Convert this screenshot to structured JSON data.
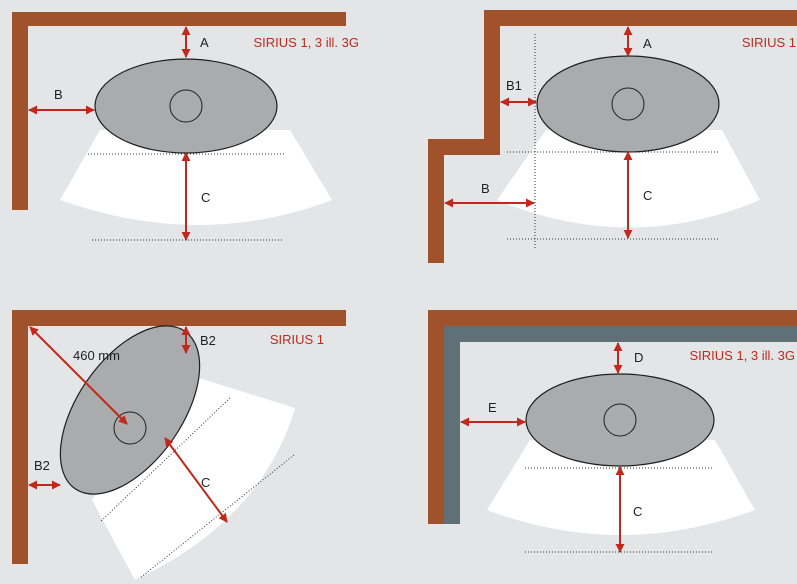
{
  "colors": {
    "background": "#e3e5e6",
    "wall": "#a0522d",
    "wall_inner": "#5f7078",
    "heater_fill": "#a9abad",
    "beam": "#ffffff",
    "arrow": "#c4281c",
    "title": "#c4281c",
    "text": "#1f1f1f"
  },
  "panels": [
    {
      "title": "SIRIUS 1, 3 ill. 3G",
      "labels": {
        "top": "A",
        "side": "B",
        "beam": "C"
      }
    },
    {
      "title": "SIRIUS 1",
      "labels": {
        "top": "A",
        "step": "B1",
        "side": "B",
        "beam": "C"
      }
    },
    {
      "title": "SIRIUS 1",
      "labels": {
        "top": "B2",
        "side": "B2",
        "beam": "C",
        "diagonal": "460 mm"
      }
    },
    {
      "title": "SIRIUS 1, 3 ill. 3G",
      "labels": {
        "top": "D",
        "side": "E",
        "beam": "C"
      }
    }
  ]
}
